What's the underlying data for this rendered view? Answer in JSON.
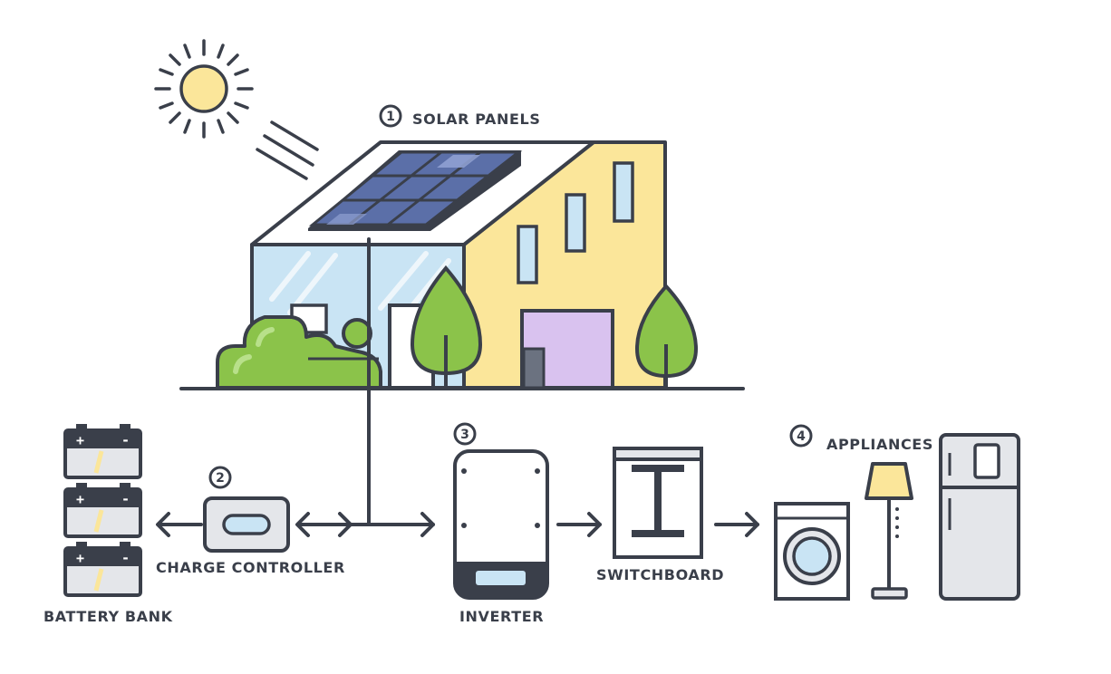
{
  "colors": {
    "outline": "#3a3f4a",
    "sun": "#fbe69a",
    "house_wall": "#fbe69a",
    "glass": "#c9e4f4",
    "panel": "#5b6fa8",
    "panel_light": "#8fa0d1",
    "tree": "#8bc34a",
    "bush": "#8bc34a",
    "door": "#d9c2ef",
    "device": "#e4e6ea",
    "battery_cell": "#fbe69a",
    "lamp_shade": "#fbe69a"
  },
  "components": [
    {
      "number": "1",
      "label": "SOLAR PANELS"
    },
    {
      "number": "2",
      "label": "CHARGE CONTROLLER"
    },
    {
      "number": "3",
      "label": "INVERTER"
    },
    {
      "number": "4",
      "label": "APPLIANCES"
    }
  ],
  "battery_bank": {
    "label": "BATTERY BANK",
    "plus": "+",
    "minus": "-"
  },
  "switchboard": {
    "label": "SWITCHBOARD"
  }
}
